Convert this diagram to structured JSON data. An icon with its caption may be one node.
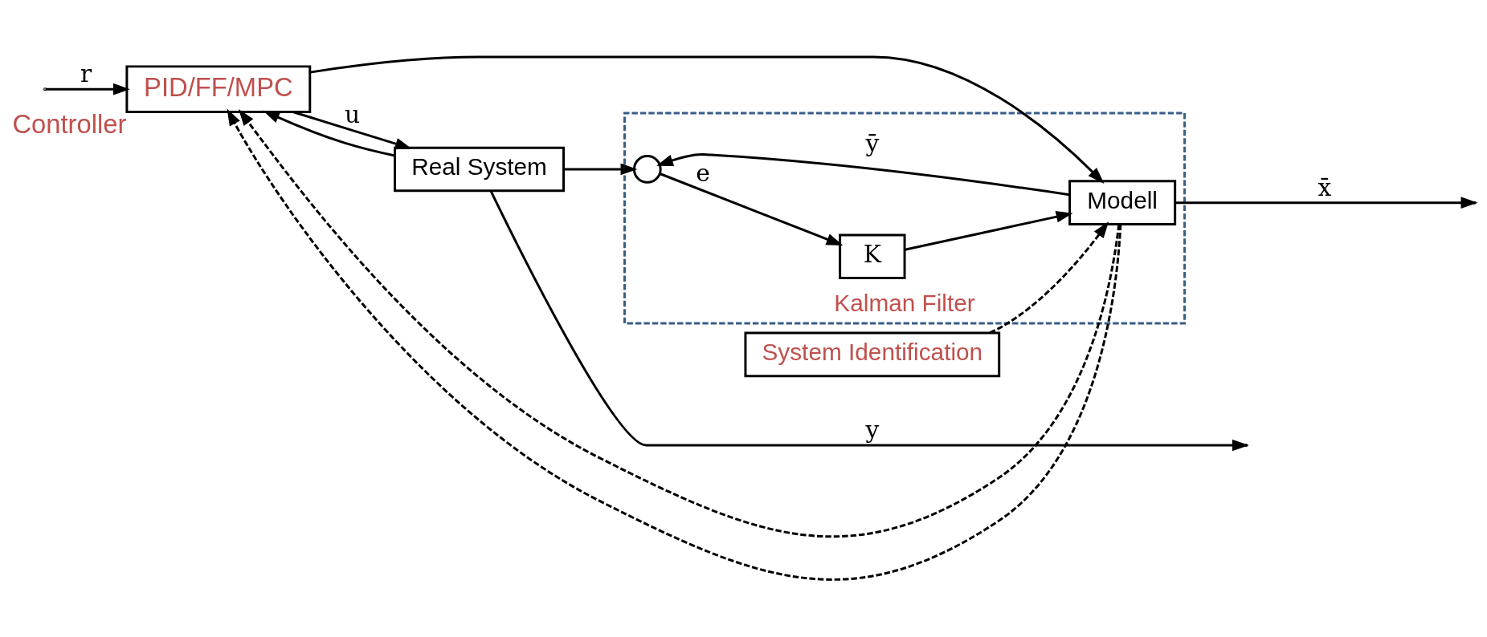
{
  "diagram": {
    "nodes": [
      {
        "text": [
          "PID/FF/MPC"
        ],
        "beside": [
          "Controller"
        ]
      },
      {
        "text": [
          "Real System"
        ]
      },
      {
        "text": [
          "Kalman Filter"
        ]
      },
      {
        "text": [
          "K"
        ],
        "in": 2
      },
      {
        "text": [],
        "shape": "circle",
        "in": 2
      },
      {
        "text": [
          "Modell"
        ],
        "in": 2
      },
      {
        "text": [
          "System Identification"
        ]
      }
    ],
    "edges": [
      {
        "from": null,
        "to": 0,
        "arrow": "to",
        "label": "r"
      },
      {
        "from": 0,
        "to": 1,
        "arrow": "to",
        "label": "u"
      },
      {
        "from": 0,
        "to": 5,
        "arrow": "to"
      },
      {
        "from": 1,
        "to": null,
        "arrow": "to",
        "label": "y"
      },
      {
        "from": 1,
        "to": 4,
        "arrow": "to"
      },
      {
        "from": 1,
        "to": 0,
        "arrow": "to"
      },
      {
        "from": 4,
        "to": 3,
        "arrow": "to",
        "label": "e"
      },
      {
        "from": 3,
        "to": 5,
        "arrow": "to"
      },
      {
        "from": 5,
        "to": 4,
        "arrow": "to",
        "label": "ȳ"
      },
      {
        "from": 5,
        "to": null,
        "arrow": "to",
        "label": "x̄"
      },
      {
        "from": 5,
        "to": 0,
        "arrow": "to",
        "style": "dashed"
      },
      {
        "from": 5,
        "to": 0,
        "arrow": "to",
        "style": "dashed"
      },
      {
        "from": 6,
        "to": 5,
        "arrow": "to",
        "style": "dashed"
      }
    ]
  }
}
